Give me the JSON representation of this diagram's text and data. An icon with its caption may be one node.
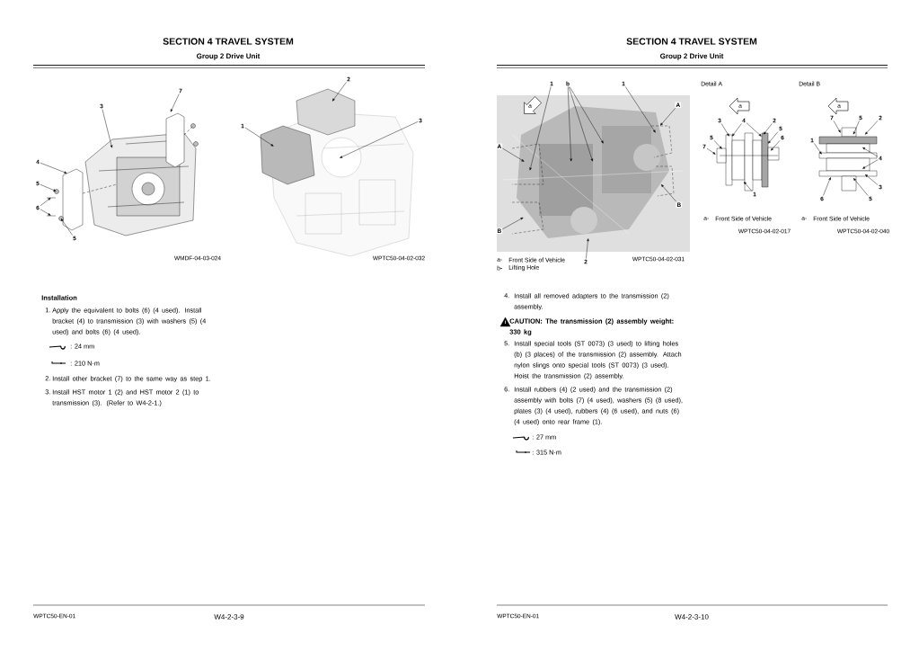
{
  "diagram": {
    "nodes": [
      {
        "text": [
          "7"
        ]
      },
      {
        "text": [
          "3"
        ]
      },
      {
        "text": [
          "4"
        ]
      },
      {
        "text": [
          "5"
        ]
      },
      {
        "text": [
          "6"
        ]
      },
      {
        "text": [
          "5"
        ]
      },
      {
        "text": [
          "1"
        ]
      },
      {
        "text": [
          "2"
        ]
      },
      {
        "text": [
          "3"
        ]
      },
      {
        "text": [
          "1"
        ]
      },
      {
        "text": [
          "b"
        ]
      },
      {
        "text": [
          "1"
        ]
      },
      {
        "text": [
          "A"
        ],
        "in": 35
      },
      {
        "text": [
          "A"
        ],
        "in": 35
      },
      {
        "text": [
          "B"
        ],
        "in": 35
      },
      {
        "text": [
          "B"
        ],
        "in": 35
      },
      {
        "text": [
          "2"
        ]
      },
      {
        "text": [
          "3"
        ]
      },
      {
        "text": [
          "4"
        ]
      },
      {
        "text": [
          "2"
        ]
      },
      {
        "text": [
          "5"
        ]
      },
      {
        "text": [
          "7"
        ]
      },
      {
        "text": [
          "5"
        ]
      },
      {
        "text": [
          "6"
        ]
      },
      {
        "text": [
          "1"
        ]
      },
      {
        "text": [
          "7"
        ]
      },
      {
        "text": [
          "5"
        ]
      },
      {
        "text": [
          "2"
        ]
      },
      {
        "text": [
          "1"
        ]
      },
      {
        "text": [
          "4"
        ]
      },
      {
        "text": [
          "3"
        ]
      },
      {
        "text": [
          "6"
        ]
      },
      {
        "text": [
          "5"
        ]
      },
      {
        "text": [],
        "shape": "picture"
      },
      {
        "text": [],
        "shape": "picture"
      },
      {
        "text": [],
        "shape": "picture"
      },
      {
        "text": [],
        "shape": "picture"
      },
      {
        "text": [],
        "shape": "picture"
      }
    ],
    "edges": [
      {
        "from": 0,
        "to": 33,
        "arrow": "to"
      },
      {
        "from": 1,
        "to": 33,
        "arrow": "to"
      },
      {
        "from": 2,
        "to": 33,
        "arrow": "to"
      },
      {
        "from": 3,
        "to": 33,
        "arrow": "to"
      },
      {
        "from": 4,
        "to": 33,
        "arrow": "to"
      },
      {
        "from": 4,
        "to": 33,
        "arrow": "to"
      },
      {
        "from": 5,
        "to": 33,
        "arrow": "to"
      },
      {
        "from": 6,
        "to": 34,
        "arrow": "to"
      },
      {
        "from": 7,
        "to": 34,
        "arrow": "to"
      },
      {
        "from": 8,
        "to": 34,
        "arrow": "to"
      },
      {
        "from": 9,
        "to": 35,
        "arrow": "to"
      },
      {
        "from": 10,
        "to": 35,
        "arrow": "to"
      },
      {
        "from": 10,
        "to": 35,
        "arrow": "to"
      },
      {
        "from": 10,
        "to": 35,
        "arrow": "to"
      },
      {
        "from": 11,
        "to": 35,
        "arrow": "to"
      },
      {
        "from": 12,
        "to": 35,
        "arrow": "to"
      },
      {
        "from": 13,
        "to": 35,
        "arrow": "to"
      },
      {
        "from": 14,
        "to": 35,
        "arrow": "to"
      },
      {
        "from": 15,
        "to": 35,
        "arrow": "to"
      },
      {
        "from": 16,
        "to": 35,
        "arrow": "to"
      },
      {
        "from": 17,
        "to": 36,
        "arrow": "to"
      },
      {
        "from": 18,
        "to": 36,
        "arrow": "to"
      },
      {
        "from": 18,
        "to": 36,
        "arrow": "to"
      },
      {
        "from": 19,
        "to": 36,
        "arrow": "to"
      },
      {
        "from": 20,
        "to": 36,
        "arrow": "to"
      },
      {
        "from": 21,
        "to": 36,
        "arrow": "to"
      },
      {
        "from": 22,
        "to": 36,
        "arrow": "to"
      },
      {
        "from": 23,
        "to": 36,
        "arrow": "to"
      },
      {
        "from": 24,
        "to": 36,
        "arrow": "to"
      },
      {
        "from": 25,
        "to": 37,
        "arrow": "to"
      },
      {
        "from": 26,
        "to": 37,
        "arrow": "to"
      },
      {
        "from": 27,
        "to": 37,
        "arrow": "to"
      },
      {
        "from": 28,
        "to": 37,
        "arrow": "to"
      },
      {
        "from": 29,
        "to": 37,
        "arrow": "to"
      },
      {
        "from": 29,
        "to": 37,
        "arrow": "to"
      },
      {
        "from": 30,
        "to": 37,
        "arrow": "to"
      },
      {
        "from": 31,
        "to": 37,
        "arrow": "to"
      },
      {
        "from": 32,
        "to": 37,
        "arrow": "to"
      }
    ],
    "labels": [
      "SECTION 4 TRAVEL SYSTEM",
      "Group 2 Drive Unit",
      "SECTION 4 TRAVEL SYSTEM",
      "Group 2 Drive Unit",
      "WMDF-04-03-024",
      "WPTC50-04-02-032",
      "Installation",
      "1.",
      "Apply the equivalent to bolts (6) (4 used). Install bracket (4) to transmission (3) with washers (5) (4 used) and bolts (6) (4 used).",
      ": 24 mm",
      ": 210 N·m",
      "2.",
      "Install other bracket (7) to the same way as step 1.",
      "3.",
      "Install HST motor 1 (2) and HST motor 2 (1) to transmission (3). (Refer to W4-2-1.)",
      "a",
      "a-",
      "Front Side of Vehicle",
      "b-",
      "Lifting Hole",
      "WPTC50-04-02-031",
      "Detail A",
      "Detail B",
      "a",
      "a",
      "a-",
      "Front Side of Vehicle",
      "a-",
      "Front Side of Vehicle",
      "WPTC50-04-02-017",
      "WPTC50-04-02-040",
      "4.",
      "Install all removed adapters to the transmission (2) assembly.",
      "CAUTION: The transmission (2) assembly weight: 330 kg",
      "5.",
      "Install special tools (ST 0073) (3 used) to lifting holes (b) (3 places) of the transmission (2) assembly. Attach nylon slings onto special tools (ST 0073) (3 used). Hoist the transmission (2) assembly.",
      "6.",
      "Install rubbers (4) (2 used) and the transmission (2) assembly with bolts (7) (4 used), washers (5) (8 used), plates (3) (4 used), rubbers (4) (6 used), and nuts (6) (4 used) onto rear frame (1).",
      ": 27 mm",
      ": 315 N·m",
      "WPTC50-EN-01",
      "W4-2-3-9",
      "WPTC50-EN-01",
      "W4-2-3-10"
    ]
  }
}
